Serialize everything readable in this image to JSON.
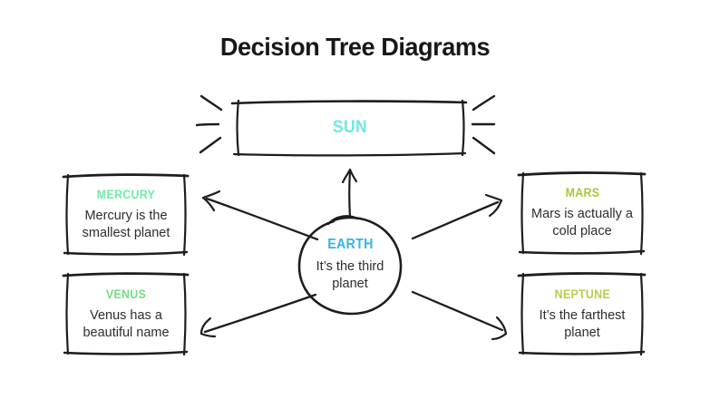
{
  "title": "Decision Tree Diagrams",
  "colors": {
    "ink": "#1d1d1d",
    "body_text": "#2d2d2d",
    "sun": "#6fe9e3",
    "earth": "#38b3e8",
    "mercury": "#70ebaa",
    "venus": "#76dd80",
    "mars": "#a6c838",
    "neptune": "#bdc94f"
  },
  "diagram": {
    "root": {
      "label": "SUN"
    },
    "center": {
      "label": "EARTH",
      "description": "It’s the third planet"
    },
    "branches": [
      {
        "id": "mercury",
        "label": "MERCURY",
        "description": "Mercury is the smallest planet"
      },
      {
        "id": "venus",
        "label": "VENUS",
        "description": "Venus has a beautiful name"
      },
      {
        "id": "mars",
        "label": "MARS",
        "description": "Mars is actually a cold place"
      },
      {
        "id": "neptune",
        "label": "NEPTUNE",
        "description": "It’s the farthest planet"
      }
    ]
  }
}
